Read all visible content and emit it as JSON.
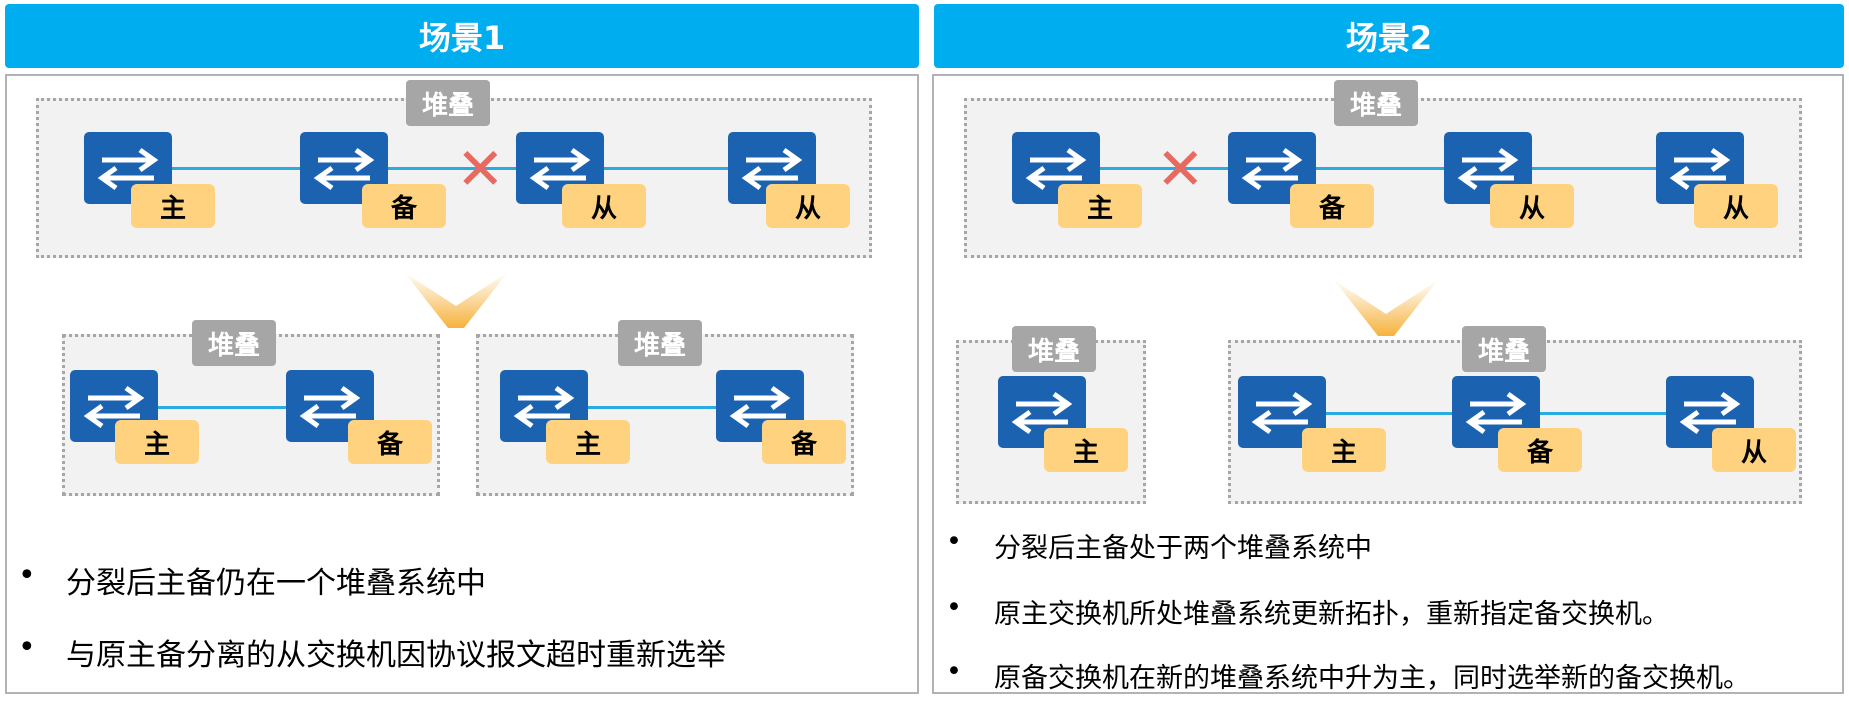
{
  "scenario1": {
    "title": "场景1",
    "stack_label": "堆叠",
    "top_roles": [
      "主",
      "备",
      "从",
      "从"
    ],
    "split_left_roles": [
      "主",
      "备"
    ],
    "split_right_roles": [
      "主",
      "备"
    ],
    "bullets": [
      "分裂后主备仍在一个堆叠系统中",
      "与原主备分离的从交换机因协议报文超时重新选举"
    ]
  },
  "scenario2": {
    "title": "场景2",
    "stack_label": "堆叠",
    "top_roles": [
      "主",
      "备",
      "从",
      "从"
    ],
    "split_left_roles": [
      "主"
    ],
    "split_right_roles": [
      "主",
      "备",
      "从"
    ],
    "bullets": [
      "分裂后主备处于两个堆叠系统中",
      "原主交换机所处堆叠系统更新拓扑，重新指定备交换机。",
      "原备交换机在新的堆叠系统中升为主，同时选举新的备交换机。"
    ]
  },
  "bullet_symbol": "•",
  "break_symbol": "✕",
  "colors": {
    "header": "#00aeef",
    "switch": "#1b63b0",
    "role": "#ffd27f",
    "link": "#29abe2",
    "break": "#e8695f",
    "stack_tag": "#a6a6a6"
  },
  "icons": [
    "switch-icon",
    "break-mark-icon",
    "split-arrow-icon"
  ]
}
